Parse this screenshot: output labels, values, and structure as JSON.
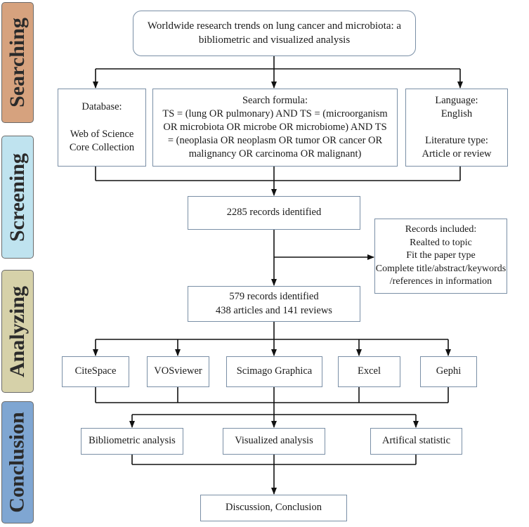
{
  "phases": {
    "searching": "Searching",
    "screening": "Screening",
    "analyzing": "Analyzing",
    "conclusion": "Conclusion"
  },
  "title_box": "Worldwide research trends on lung cancer and microbiota: a\nbibliometric and visualized analysis",
  "database_box": "Database:\n\nWeb of Science\nCore Collection",
  "search_formula_box": "Search formula:\nTS = (lung OR pulmonary) AND TS = (microorganism\nOR microbiota OR microbe OR microbiome) AND TS\n= (neoplasia OR neoplasm OR tumor OR cancer OR\nmalignancy OR carcinoma OR malignant)",
  "language_box": "Language:\nEnglish\n\nLiterature type:\nArticle or review",
  "records_identified_box": "2285 records identified",
  "records_included_box": "Records included:\nRealted to topic\nFit the paper type\nComplete title/abstract/keywords\n/references in information",
  "records_579_box": "579 records identified\n438 articles and 141 reviews",
  "tools": [
    "CiteSpace",
    "VOSviewer",
    "Scimago Graphica",
    "Excel",
    "Gephi"
  ],
  "analyses": [
    "Bibliometric analysis",
    "Visualized analysis",
    "Artifical statistic"
  ],
  "final_box": "Discussion, Conclusion",
  "colors": {
    "searching": "#d6a27e",
    "screening": "#bfe3ef",
    "analyzing": "#d6d1a9",
    "conclusion": "#7fa6d2",
    "box_border": "#7a8fa6"
  }
}
